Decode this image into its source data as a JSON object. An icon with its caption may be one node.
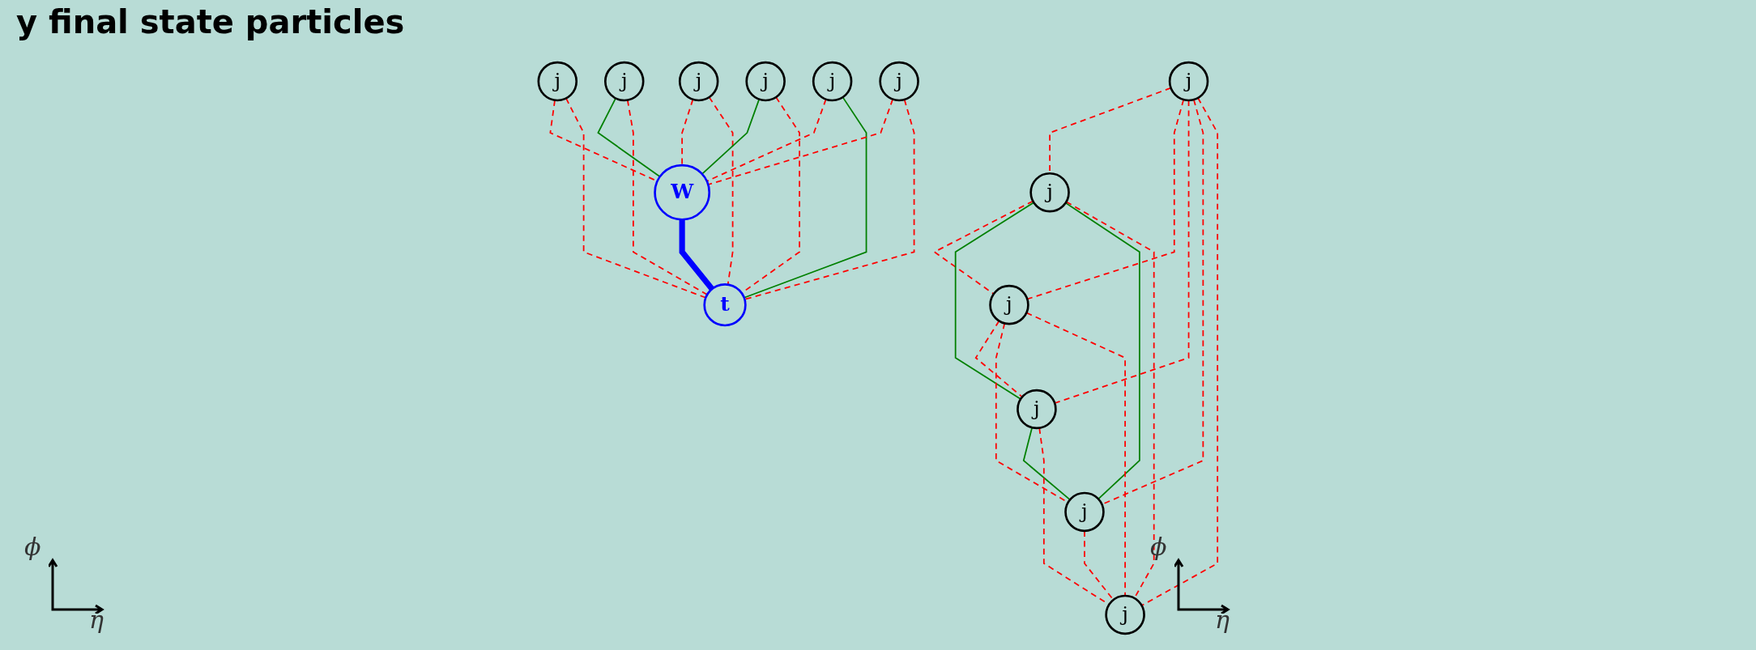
{
  "diagram": {
    "title": "y final state particles",
    "nodes": [
      {
        "text": [
          "j"
        ]
      },
      {
        "text": [
          "j"
        ]
      },
      {
        "text": [
          "j"
        ]
      },
      {
        "text": [
          "j"
        ]
      },
      {
        "text": [
          "j"
        ]
      },
      {
        "text": [
          "j"
        ]
      },
      {
        "text": [
          "j"
        ]
      },
      {
        "text": [
          "j"
        ]
      },
      {
        "text": [
          "W"
        ]
      },
      {
        "text": [
          "j"
        ]
      },
      {
        "text": [
          "j"
        ]
      },
      {
        "text": [
          "t"
        ]
      },
      {
        "text": [
          "j"
        ]
      },
      {
        "text": [
          "j"
        ]
      }
    ],
    "edges": [
      {
        "from": 0,
        "to": 1,
        "arrow": "none",
        "style": "dashed"
      },
      {
        "from": 0,
        "to": 2,
        "arrow": "none",
        "style": "dashed"
      },
      {
        "from": 0,
        "to": 3,
        "arrow": "none",
        "style": "dashed"
      },
      {
        "from": 0,
        "to": 4,
        "arrow": "none",
        "style": "dashed"
      },
      {
        "from": 0,
        "to": 5,
        "arrow": "none",
        "style": "dashed"
      },
      {
        "from": 1,
        "to": 2,
        "arrow": "none",
        "style": "dashed"
      },
      {
        "from": 1,
        "to": 3,
        "arrow": "none",
        "color": "#008000"
      },
      {
        "from": 1,
        "to": 4,
        "arrow": "none",
        "color": "#008000"
      },
      {
        "from": 1,
        "to": 5,
        "arrow": "none",
        "style": "dashed"
      },
      {
        "from": 2,
        "to": 3,
        "arrow": "none",
        "style": "dashed"
      },
      {
        "from": 2,
        "to": 4,
        "arrow": "none",
        "style": "dashed"
      },
      {
        "from": 2,
        "to": 5,
        "arrow": "none",
        "style": "dashed"
      },
      {
        "from": 3,
        "to": 4,
        "arrow": "none",
        "color": "#008000"
      },
      {
        "from": 3,
        "to": 5,
        "arrow": "none",
        "style": "dashed"
      },
      {
        "from": 4,
        "to": 5,
        "arrow": "none",
        "style": "dashed"
      },
      {
        "from": 6,
        "to": 8,
        "arrow": "none",
        "style": "dashed"
      },
      {
        "from": 6,
        "to": 11,
        "arrow": "none",
        "style": "dashed"
      },
      {
        "from": 7,
        "to": 8,
        "arrow": "none",
        "color": "#008000"
      },
      {
        "from": 7,
        "to": 11,
        "arrow": "none",
        "style": "dashed"
      },
      {
        "from": 9,
        "to": 8,
        "arrow": "none",
        "style": "dashed"
      },
      {
        "from": 9,
        "to": 11,
        "arrow": "none",
        "style": "dashed"
      },
      {
        "from": 10,
        "to": 8,
        "arrow": "none",
        "color": "#008000"
      },
      {
        "from": 10,
        "to": 11,
        "arrow": "none",
        "style": "dashed"
      },
      {
        "from": 8,
        "to": 11,
        "arrow": "none",
        "style": "thick",
        "color": "#0000ff"
      },
      {
        "from": 12,
        "to": 8,
        "arrow": "none",
        "style": "dashed"
      },
      {
        "from": 12,
        "to": 11,
        "arrow": "none",
        "color": "#008000"
      },
      {
        "from": 13,
        "to": 8,
        "arrow": "none",
        "style": "dashed"
      },
      {
        "from": 13,
        "to": 11,
        "arrow": "none",
        "style": "dashed"
      }
    ],
    "labels": [
      "ϕ",
      "η",
      "ϕ",
      "η"
    ]
  }
}
